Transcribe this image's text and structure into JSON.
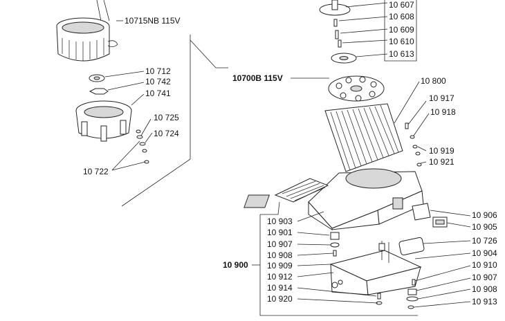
{
  "assemblies": {
    "motor_upper": "10700B 115V",
    "base": "10 900"
  },
  "labels": {
    "top_ring": "10715NB 115V",
    "l10712": "10 712",
    "l10742": "10 742",
    "l10741": "10 741",
    "l10725": "10 725",
    "l10724": "10 724",
    "l10722": "10 722",
    "l10607": "10 607",
    "l10608": "10 608",
    "l10609": "10 609",
    "l10610": "10 610",
    "l10613": "10 613",
    "l10800": "10 800",
    "l10917": "10 917",
    "l10918": "10 918",
    "l10919": "10 919",
    "l10921": "10 921",
    "l10906": "10 906",
    "l10905": "10 905",
    "l10726": "10 726",
    "l10904": "10 904",
    "l10910": "10 910",
    "r10907": "10 907",
    "r10908": "10 908",
    "l10913": "10 913",
    "l10903": "10 903",
    "l10901": "10 901",
    "b10907": "10 907",
    "b10908": "10 908",
    "l10909": "10 909",
    "l10912": "10 912",
    "l10914": "10 914",
    "l10920": "10 920"
  }
}
